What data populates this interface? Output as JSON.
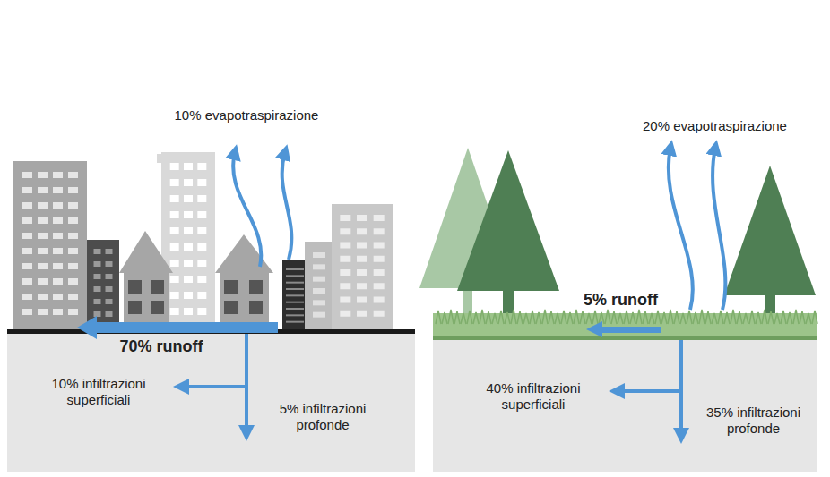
{
  "diagram": {
    "labels": [
      "10% evapotraspirazione",
      "70% runoff",
      "10% infiltrazioni superficiali",
      "5% infiltrazioni profonde",
      "20% evapotraspirazione",
      "5% runoff",
      "40% infiltrazioni superficiali",
      "35% infiltrazioni profonde"
    ]
  }
}
